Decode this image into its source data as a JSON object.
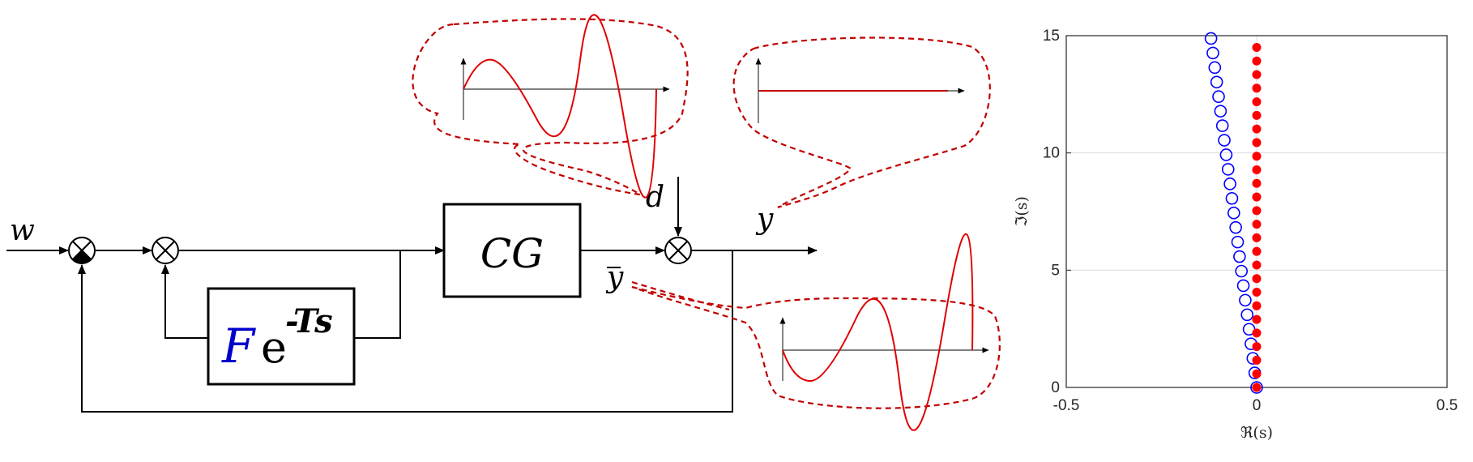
{
  "diagram": {
    "input_label": "w",
    "disturbance_label": "d",
    "output_label": "y",
    "plant_output_label": "y",
    "controller_block_label": "CG",
    "predictor_block": {
      "gain": "F",
      "delay_base": "e",
      "delay_exponent": "-Ts"
    },
    "colors": {
      "lines": "#000000",
      "callout": "#c00000",
      "signal": "#e00000",
      "gain": "#0000cc"
    }
  },
  "chart_data": {
    "type": "scatter",
    "title": "",
    "xlabel": "ℜ(s)",
    "ylabel": "ℑ(s)",
    "xlim": [
      -0.5,
      0.5
    ],
    "ylim": [
      0,
      15
    ],
    "xticks": [
      "-0.5",
      "0",
      "0.5"
    ],
    "yticks": [
      "0",
      "5",
      "10",
      "15"
    ],
    "grid": true,
    "series": [
      {
        "marker": "open-circle",
        "color": "#0000ff",
        "points": [
          [
            0.0,
            0.0
          ],
          [
            -0.005,
            0.62
          ],
          [
            -0.01,
            1.24
          ],
          [
            -0.015,
            1.86
          ],
          [
            -0.02,
            2.48
          ],
          [
            -0.025,
            3.1
          ],
          [
            -0.03,
            3.72
          ],
          [
            -0.035,
            4.34
          ],
          [
            -0.04,
            4.96
          ],
          [
            -0.045,
            5.58
          ],
          [
            -0.05,
            6.2
          ],
          [
            -0.055,
            6.82
          ],
          [
            -0.06,
            7.44
          ],
          [
            -0.065,
            8.06
          ],
          [
            -0.07,
            8.68
          ],
          [
            -0.075,
            9.3
          ],
          [
            -0.08,
            9.92
          ],
          [
            -0.085,
            10.54
          ],
          [
            -0.09,
            11.16
          ],
          [
            -0.095,
            11.78
          ],
          [
            -0.1,
            12.4
          ],
          [
            -0.105,
            13.02
          ],
          [
            -0.11,
            13.64
          ],
          [
            -0.115,
            14.26
          ],
          [
            -0.12,
            14.88
          ]
        ]
      },
      {
        "marker": "filled-circle",
        "color": "#ff0000",
        "points": [
          [
            0,
            0.0
          ],
          [
            0,
            0.58
          ],
          [
            0,
            1.16
          ],
          [
            0,
            1.74
          ],
          [
            0,
            2.32
          ],
          [
            0,
            2.9
          ],
          [
            0,
            3.48
          ],
          [
            0,
            4.06
          ],
          [
            0,
            4.64
          ],
          [
            0,
            5.22
          ],
          [
            0,
            5.8
          ],
          [
            0,
            6.38
          ],
          [
            0,
            6.96
          ],
          [
            0,
            7.54
          ],
          [
            0,
            8.12
          ],
          [
            0,
            8.7
          ],
          [
            0,
            9.28
          ],
          [
            0,
            9.86
          ],
          [
            0,
            10.44
          ],
          [
            0,
            11.02
          ],
          [
            0,
            11.6
          ],
          [
            0,
            12.18
          ],
          [
            0,
            12.76
          ],
          [
            0,
            13.34
          ],
          [
            0,
            13.92
          ],
          [
            0,
            14.5
          ]
        ]
      }
    ]
  }
}
